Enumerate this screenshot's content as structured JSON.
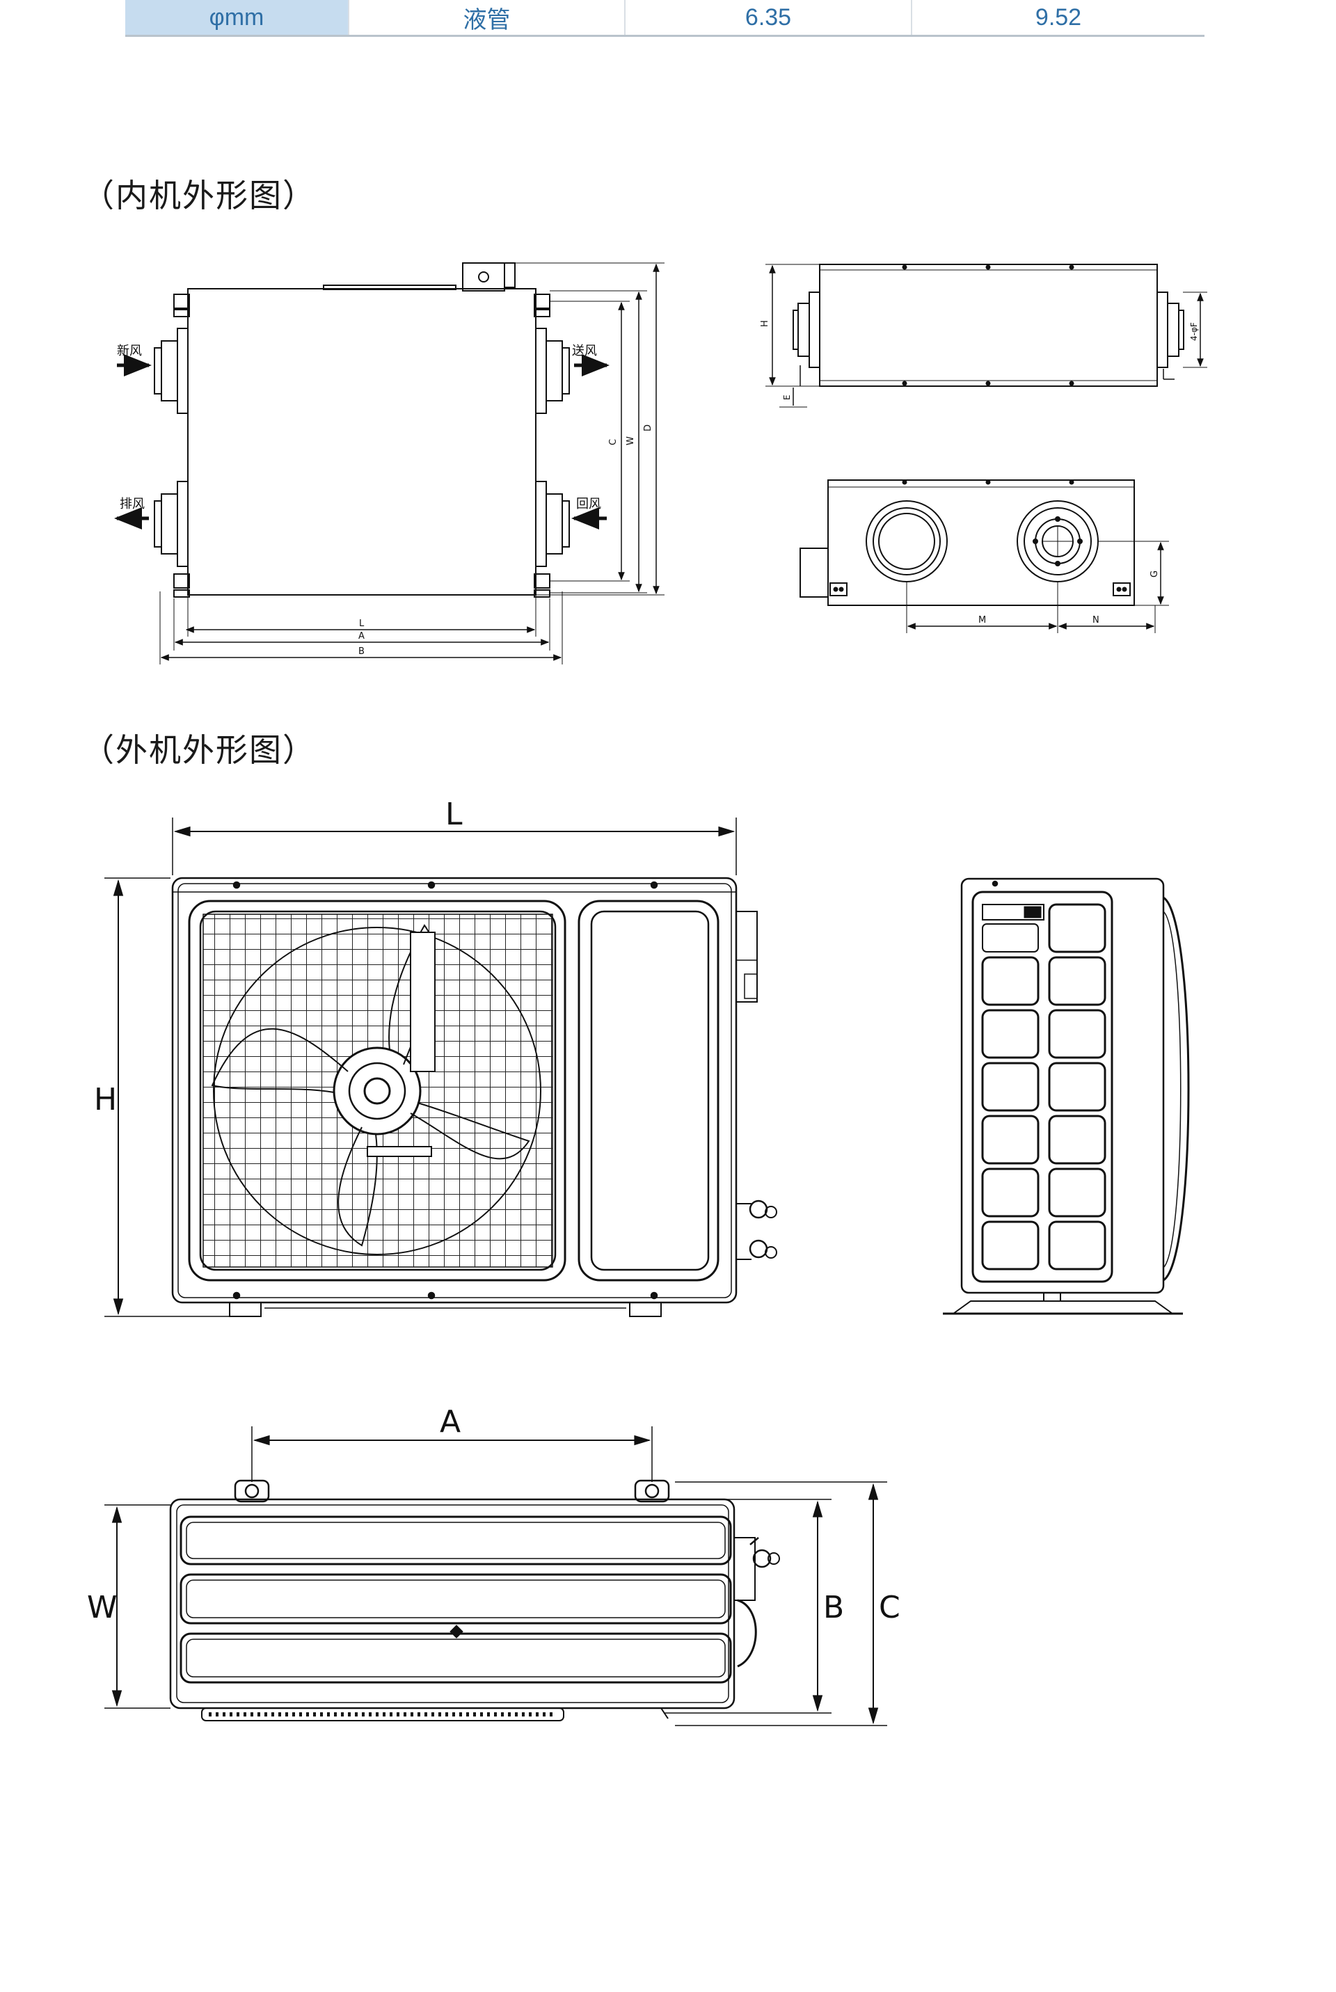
{
  "spec_row": {
    "label": "φmm",
    "name": "液管",
    "value_1": "6.35",
    "value_2": "9.52"
  },
  "indoor": {
    "title": "（内机外形图）",
    "labels": {
      "fresh_air": "新风",
      "supply_air": "送风",
      "exhaust_air": "排风",
      "return_air": "回风"
    },
    "dims": {
      "L": "L",
      "A": "A",
      "B": "B",
      "C": "C",
      "W": "W",
      "D": "D",
      "H": "H",
      "E": "E",
      "F": "4-φF",
      "M": "M",
      "N": "N",
      "G": "G"
    }
  },
  "outdoor": {
    "title": "（外机外形图）",
    "dims": {
      "L": "L",
      "H": "H",
      "A": "A",
      "W": "W",
      "B": "B",
      "C": "C"
    }
  }
}
